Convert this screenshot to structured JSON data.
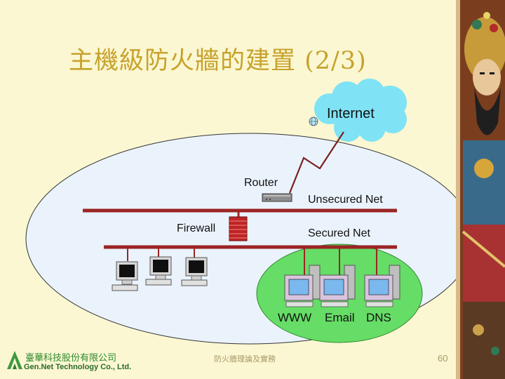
{
  "slide": {
    "title": "主機級防火牆的建置 (2/3)"
  },
  "diagram": {
    "cloud_label": "Internet",
    "router_label": "Router",
    "unsecured_label": "Unsecured Net",
    "firewall_label": "Firewall",
    "secured_label": "Secured Net",
    "servers": [
      "WWW",
      "Email",
      "DNS"
    ]
  },
  "footer": {
    "company_zh": "臺華科技股份有限公司",
    "company_en": "Gen.Net Technology Co., Ltd.",
    "center_text": "防火牆理論及實務",
    "page_number": "60"
  },
  "colors": {
    "background": "#fbf7d2",
    "title": "#c7a32d",
    "cloud": "#7fe3f5",
    "network_oval": "#eaf3fc",
    "secure_zone": "#66dd66",
    "lan_line": "#9b2424"
  }
}
